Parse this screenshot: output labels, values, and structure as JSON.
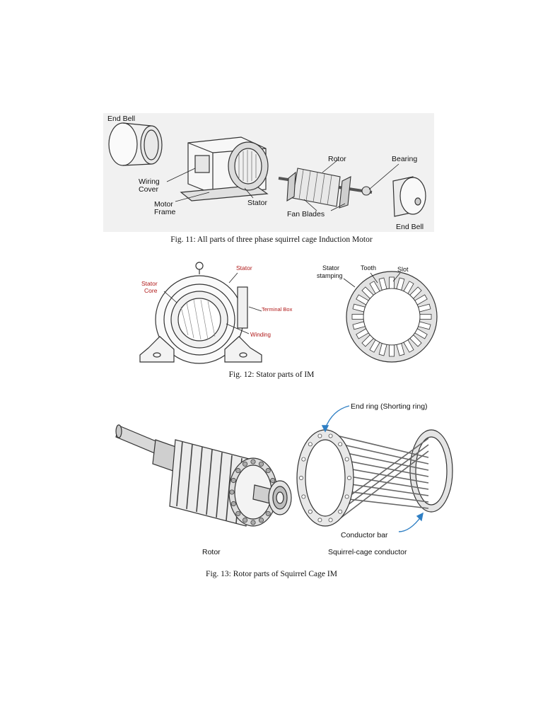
{
  "figures": {
    "fig11": {
      "labels": {
        "end_bell_left": "End Bell",
        "wiring_cover_1": "Wiring",
        "wiring_cover_2": "Cover",
        "motor_frame_1": "Motor",
        "motor_frame_2": "Frame",
        "stator": "Stator",
        "rotor": "Rotor",
        "bearing": "Bearing",
        "fan_blades": "Fan Blades",
        "end_bell_right": "End Bell"
      },
      "caption": "Fig. 11: All parts of three phase squirrel cage Induction Motor"
    },
    "fig12": {
      "labels": {
        "stator": "Stator",
        "stator_core_1": "Stator",
        "stator_core_2": "Core",
        "terminal_box": "Terminal Box",
        "winding": "Winding",
        "stator_stamping_1": "Stator",
        "stator_stamping_2": "stamping",
        "tooth": "Tooth",
        "slot": "Slot"
      },
      "caption": "Fig. 12: Stator parts of IM"
    },
    "fig13": {
      "labels": {
        "end_ring": "End ring (Shorting ring)",
        "conductor_bar": "Conductor bar",
        "rotor": "Rotor",
        "squirrel_cage_conductor": "Squirrel-cage conductor"
      },
      "caption": "Fig. 13: Rotor parts of Squirrel Cage IM"
    }
  },
  "colors": {
    "label_red": "#b01818",
    "arrow_blue": "#2f7fc4"
  }
}
